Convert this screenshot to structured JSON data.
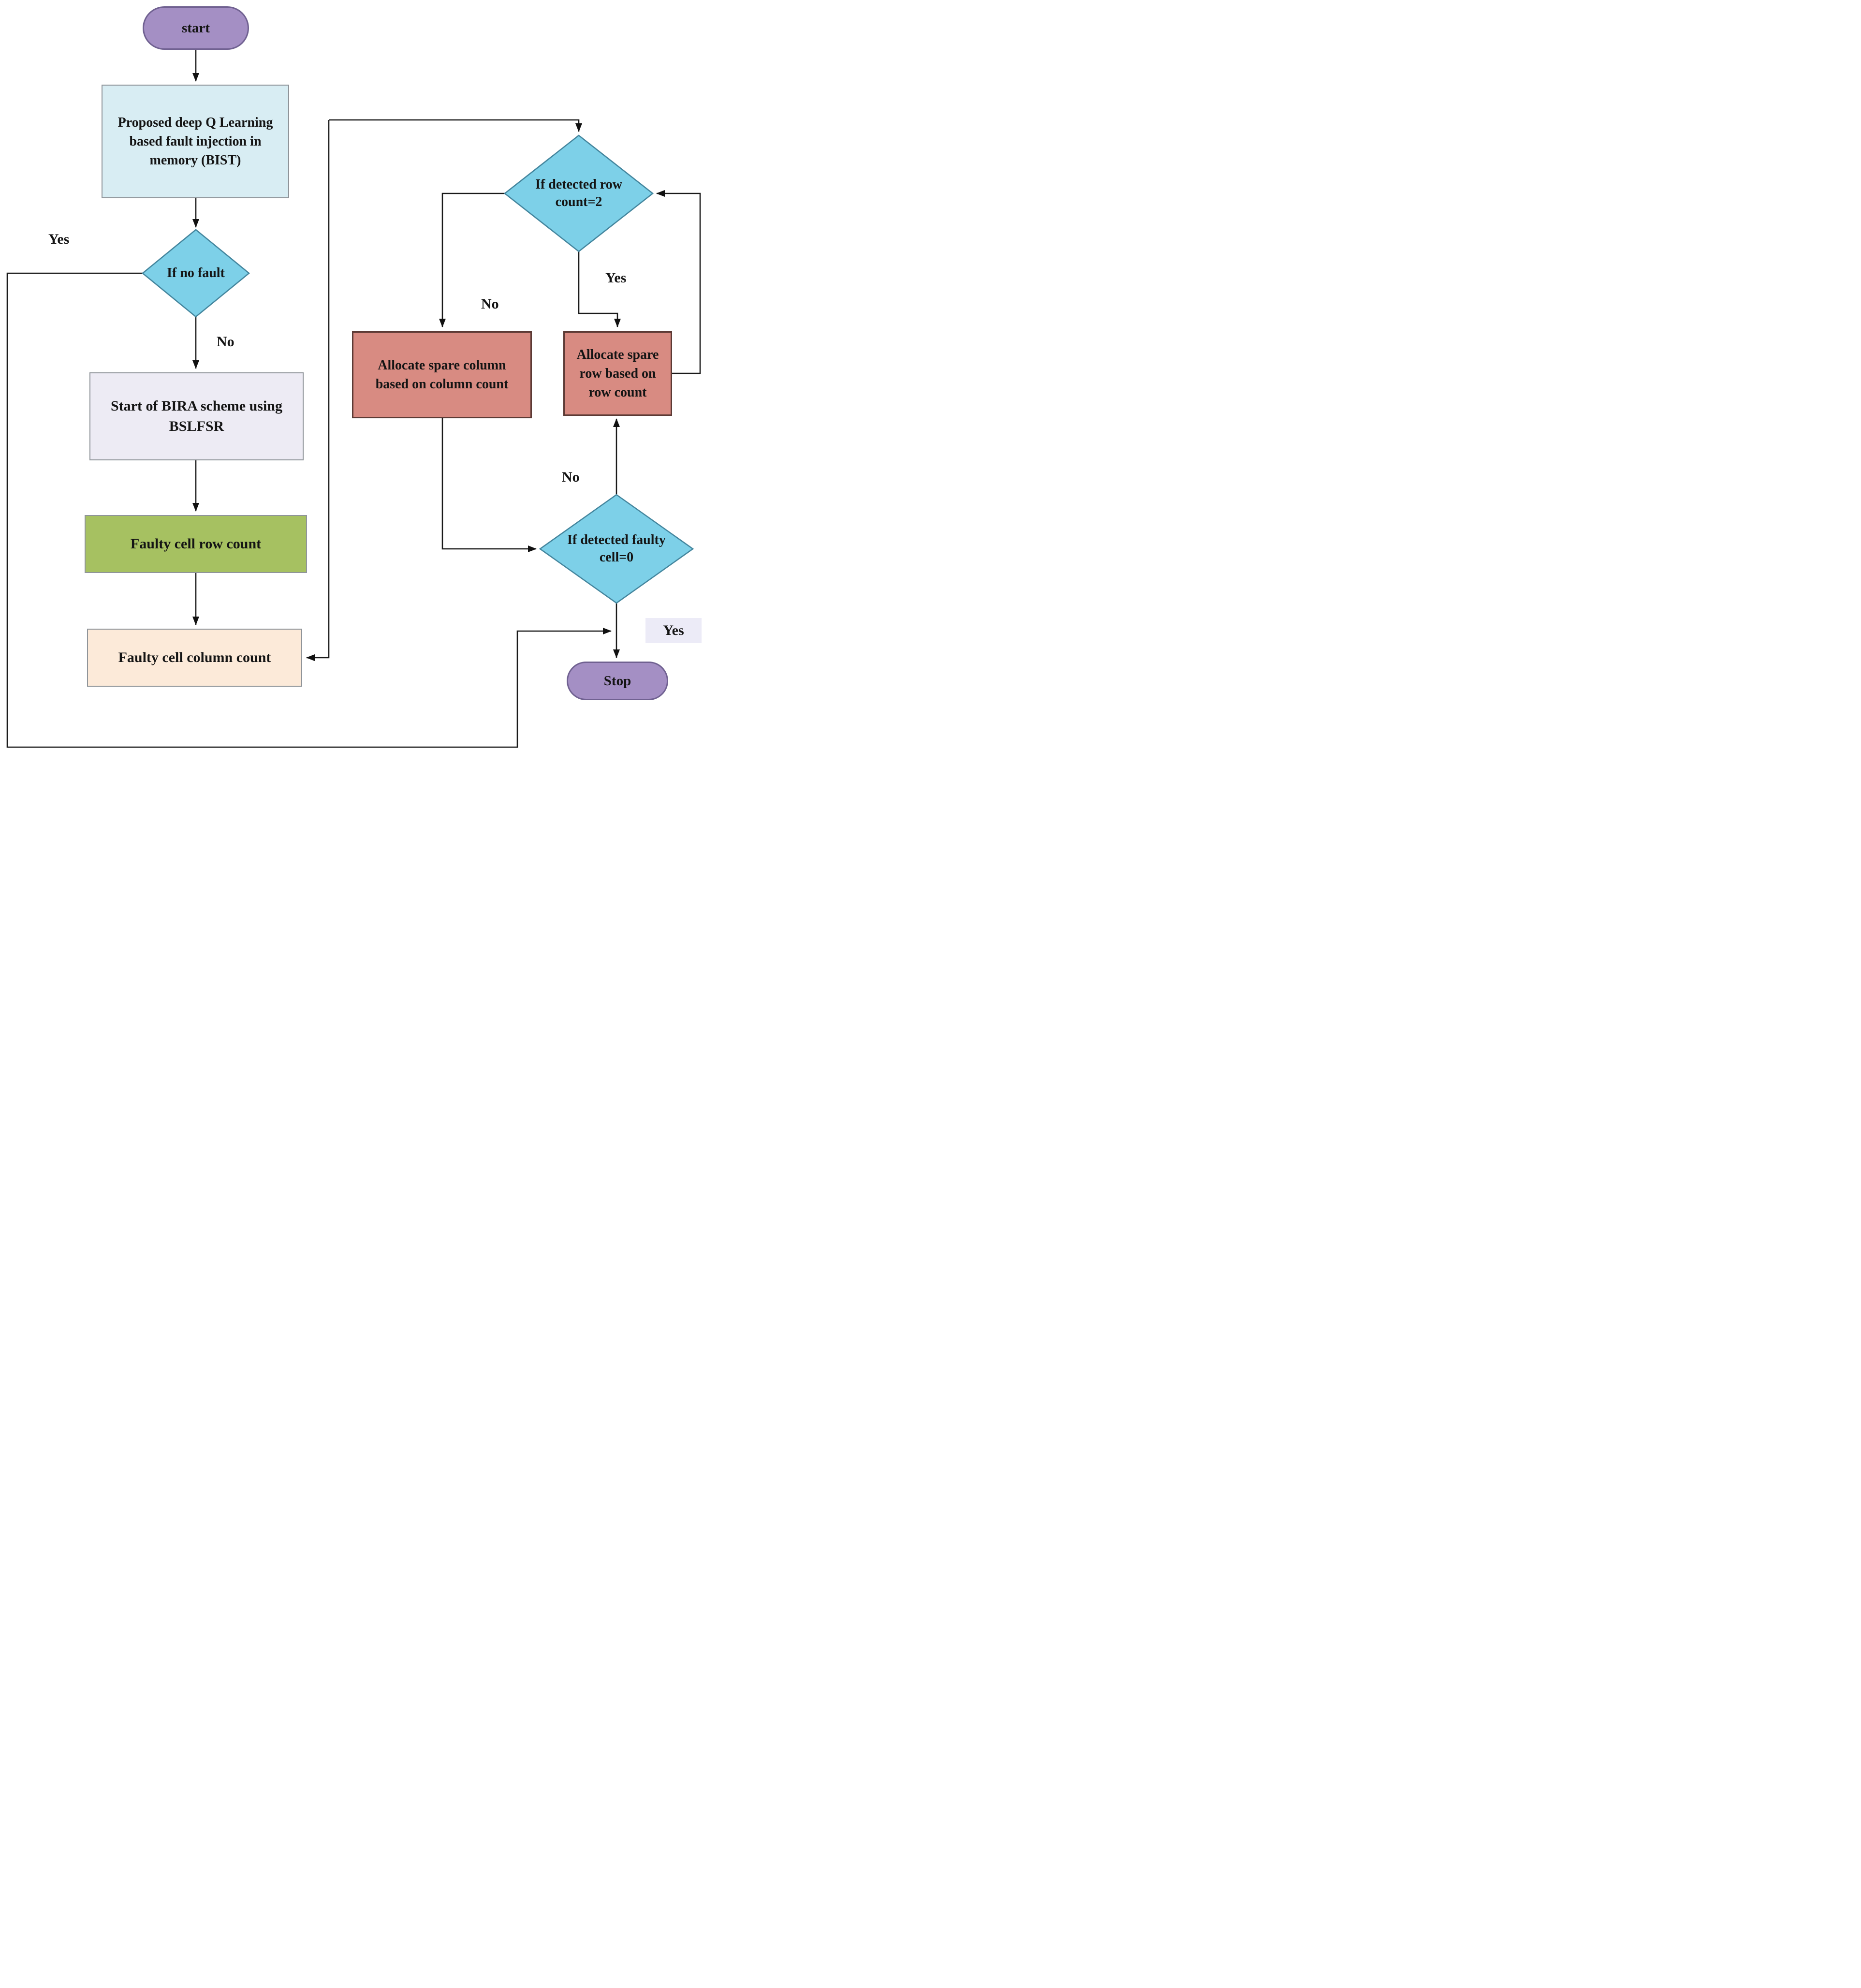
{
  "diagram": {
    "type": "flowchart",
    "nodes": {
      "start": {
        "label": "start"
      },
      "bist": {
        "label": "Proposed deep Q Learning based fault injection in memory (BIST)"
      },
      "no_fault_decision": {
        "label": "If no fault"
      },
      "bira": {
        "label": "Start of BIRA scheme using BSLFSR"
      },
      "row_count": {
        "label": "Faulty cell row count"
      },
      "column_count": {
        "label": "Faulty cell column count"
      },
      "row_count_decision": {
        "label": "If detected row count=2"
      },
      "spare_column": {
        "label": "Allocate spare column based on column count"
      },
      "spare_row": {
        "label": "Allocate spare row based on row count"
      },
      "faulty_cell_decision": {
        "label": "If detected faulty cell=0"
      },
      "stop": {
        "label": "Stop"
      }
    },
    "edge_labels": {
      "no_fault_yes": "Yes",
      "no_fault_no": "No",
      "row_count_no": "No",
      "row_count_yes": "Yes",
      "faulty_cell_no": "No",
      "faulty_cell_yes": "Yes"
    },
    "colors": {
      "terminator_fill": "#a48fc4",
      "terminator_border": "#706191",
      "process_blue_fill": "#d8edf3",
      "process_lavender_fill": "#edebf4",
      "process_green_fill": "#a6c161",
      "process_peach_fill": "#fcead9",
      "process_red_fill": "#d88b82",
      "decision_fill": "#7dd0e8",
      "decision_border": "#44869e",
      "line": "#1a1a1a",
      "yes_label_background": "#ecebf7"
    }
  }
}
